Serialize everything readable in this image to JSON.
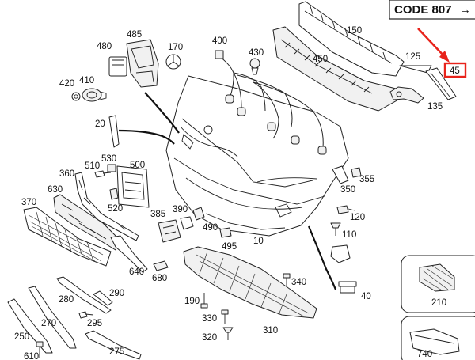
{
  "code_box": {
    "text": "CODE 807",
    "arrow": "→"
  },
  "highlight": {
    "label": "45",
    "color": "#e8231b"
  },
  "labels": {
    "l10": "10",
    "l20": "20",
    "l40": "40",
    "l45": "45",
    "l110": "110",
    "l120": "120",
    "l125": "125",
    "l135": "135",
    "l150": "150",
    "l170": "170",
    "l190": "190",
    "l210": "210",
    "l250": "250",
    "l270": "270",
    "l275": "275",
    "l280": "280",
    "l290": "290",
    "l295": "295",
    "l310": "310",
    "l320": "320",
    "l330": "330",
    "l340": "340",
    "l350": "350",
    "l355": "355",
    "l360": "360",
    "l370": "370",
    "l385": "385",
    "l390": "390",
    "l400": "400",
    "l410": "410",
    "l420": "420",
    "l430": "430",
    "l450": "450",
    "l480": "480",
    "l485": "485",
    "l490": "490",
    "l495": "495",
    "l500": "500",
    "l510": "510",
    "l520": "520",
    "l530": "530",
    "l610": "610",
    "l630": "630",
    "l640": "640",
    "l680": "680",
    "l740": "740"
  }
}
